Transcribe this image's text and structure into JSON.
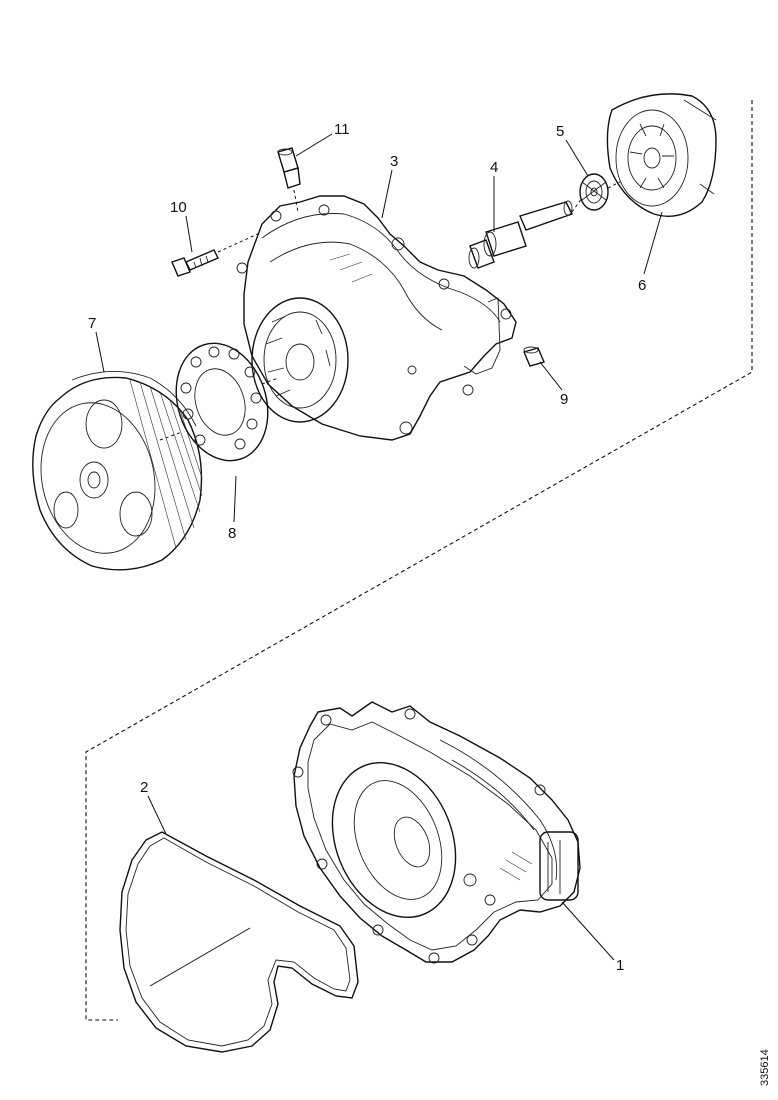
{
  "callouts": {
    "c1": "1",
    "c2": "2",
    "c3": "3",
    "c4": "4",
    "c5": "5",
    "c6": "6",
    "c7": "7",
    "c8": "8",
    "c9": "9",
    "c10": "10",
    "c11": "11"
  },
  "reference_number": "335614",
  "colors": {
    "ink": "#111111",
    "background": "#ffffff"
  }
}
